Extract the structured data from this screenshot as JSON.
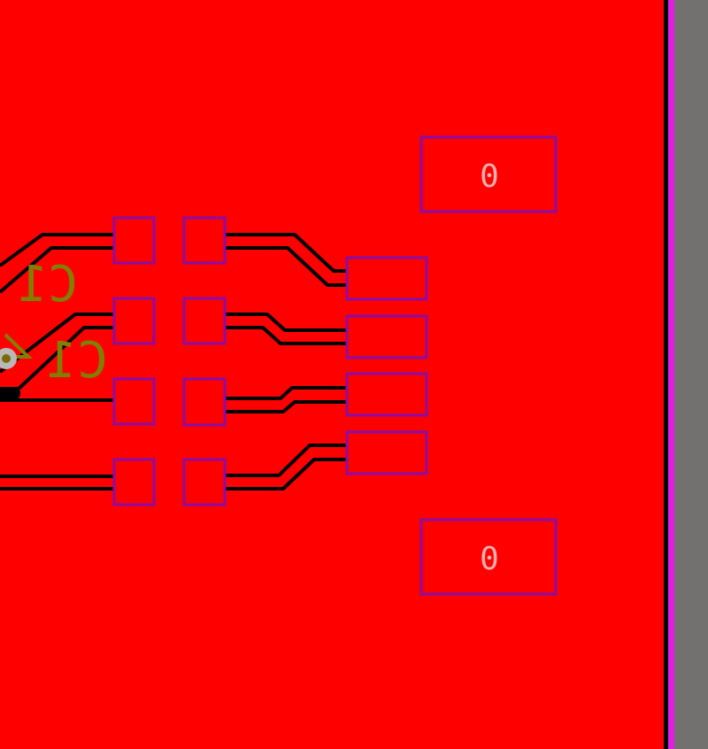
{
  "colors": {
    "copper": "#ff0000",
    "trace": "#000000",
    "pad_outline": "#8a0da8",
    "silkscreen": "#808000",
    "pad_number": "#ffb0b0",
    "board_edge": "#000000",
    "edge_highlight": "#e020e0",
    "off_board": "#737070",
    "via_fill": "#b8b8b8",
    "via_hole": "#7a6a00"
  },
  "silkscreen_labels": [
    {
      "id": "c1-upper",
      "text": "C1"
    },
    {
      "id": "c1-lower",
      "text": "C1"
    }
  ],
  "mounting_pads": [
    {
      "id": "mount-top",
      "number": "0"
    },
    {
      "id": "mount-bottom",
      "number": "0"
    }
  ],
  "connector_pad_count": 4,
  "smd_pad_grid": {
    "rows": 4,
    "columns": 2
  },
  "via_icon": "via-icon"
}
